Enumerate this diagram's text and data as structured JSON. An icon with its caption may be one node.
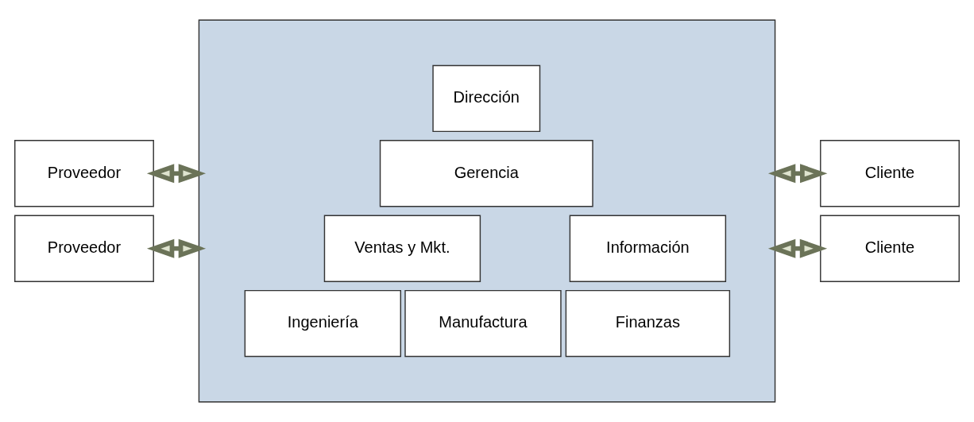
{
  "diagram": {
    "nodes": [
      {
        "text": [
          "Proveedor"
        ]
      },
      {
        "text": [
          "Proveedor"
        ]
      },
      {
        "text": [],
        "shape": "box"
      },
      {
        "text": [
          "Dirección"
        ],
        "in": 2
      },
      {
        "text": [
          "Gerencia"
        ],
        "in": 2
      },
      {
        "text": [
          "Ventas y Mkt."
        ],
        "in": 2
      },
      {
        "text": [
          "Información"
        ],
        "in": 2
      },
      {
        "text": [
          "Ingeniería"
        ],
        "in": 2
      },
      {
        "text": [
          "Manufactura"
        ],
        "in": 2
      },
      {
        "text": [
          "Finanzas"
        ],
        "in": 2
      },
      {
        "text": [
          "Cliente"
        ]
      },
      {
        "text": [
          "Cliente"
        ]
      }
    ],
    "edges": [
      {
        "from": 0,
        "to": 2,
        "arrow": "both"
      },
      {
        "from": 1,
        "to": 2,
        "arrow": "both"
      },
      {
        "from": 2,
        "to": 10,
        "arrow": "both"
      },
      {
        "from": 2,
        "to": 11,
        "arrow": "both"
      }
    ]
  }
}
